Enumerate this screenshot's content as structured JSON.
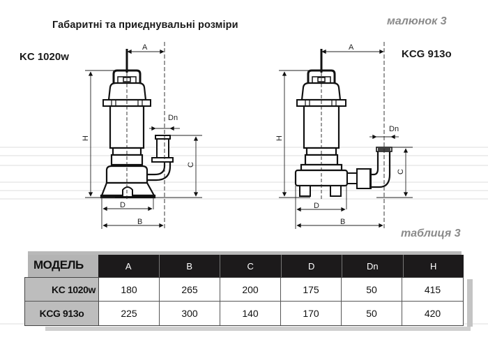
{
  "header": {
    "title": "Габаритні та приєднувальні розміри",
    "figure_label": "малюнок 3"
  },
  "drawings": [
    {
      "model": "KC 1020w",
      "dimension_labels": [
        "A",
        "H",
        "Dn",
        "C",
        "D",
        "B"
      ]
    },
    {
      "model": "KCG 913o",
      "dimension_labels": [
        "A",
        "H",
        "Dn",
        "C",
        "D",
        "B"
      ]
    }
  ],
  "table": {
    "label": "таблиця 3",
    "model_header": "МОДЕЛЬ",
    "columns": [
      "A",
      "B",
      "C",
      "D",
      "Dn",
      "H"
    ],
    "rows": [
      {
        "model": "KC 1020w",
        "values": [
          "180",
          "265",
          "200",
          "175",
          "50",
          "415"
        ]
      },
      {
        "model": "KCG 913o",
        "values": [
          "225",
          "300",
          "140",
          "170",
          "50",
          "420"
        ]
      }
    ]
  },
  "colors": {
    "header_bg": "#1c1a1b",
    "model_bg": "#bdbdbd",
    "label_gray": "#8a8a8a"
  }
}
